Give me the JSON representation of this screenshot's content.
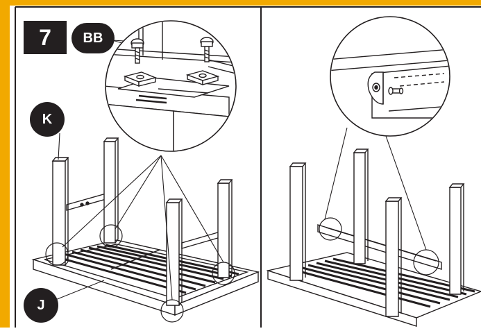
{
  "step": {
    "number": "7"
  },
  "parts": {
    "bolt": "BB",
    "leg": "K",
    "tabletop": "J"
  },
  "colors": {
    "accent_bar": "#f2a900",
    "ink": "#231f20",
    "paper": "#ffffff"
  },
  "icons": {
    "bolt": "bolt-icon",
    "zoom": "magnifier-circle"
  }
}
